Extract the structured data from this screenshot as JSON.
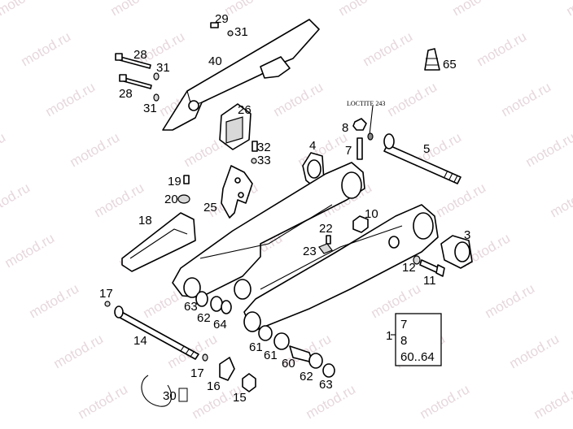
{
  "watermark": "motod.ru",
  "note": "LOCTITE 243",
  "group_label": "1",
  "group_items": [
    "7",
    "8",
    "60..64"
  ],
  "callouts": {
    "c29": "29",
    "c31a": "31",
    "c40": "40",
    "c28a": "28",
    "c31b": "31",
    "c28b": "28",
    "c31c": "31",
    "c26": "26",
    "c65": "65",
    "c8": "8",
    "c7": "7",
    "c5": "5",
    "c32": "32",
    "c33": "33",
    "c4": "4",
    "c19": "19",
    "c20": "20",
    "c25": "25",
    "c18": "18",
    "c10": "10",
    "c22": "22",
    "c23": "23",
    "c3": "3",
    "c12": "12",
    "c11": "11",
    "c17a": "17",
    "c63a": "63",
    "c62a": "62",
    "c64": "64",
    "c14": "14",
    "c61a": "61",
    "c61b": "61",
    "c60": "60",
    "c62b": "62",
    "c63b": "63",
    "c17b": "17",
    "c16": "16",
    "c15": "15",
    "c30": "30"
  }
}
